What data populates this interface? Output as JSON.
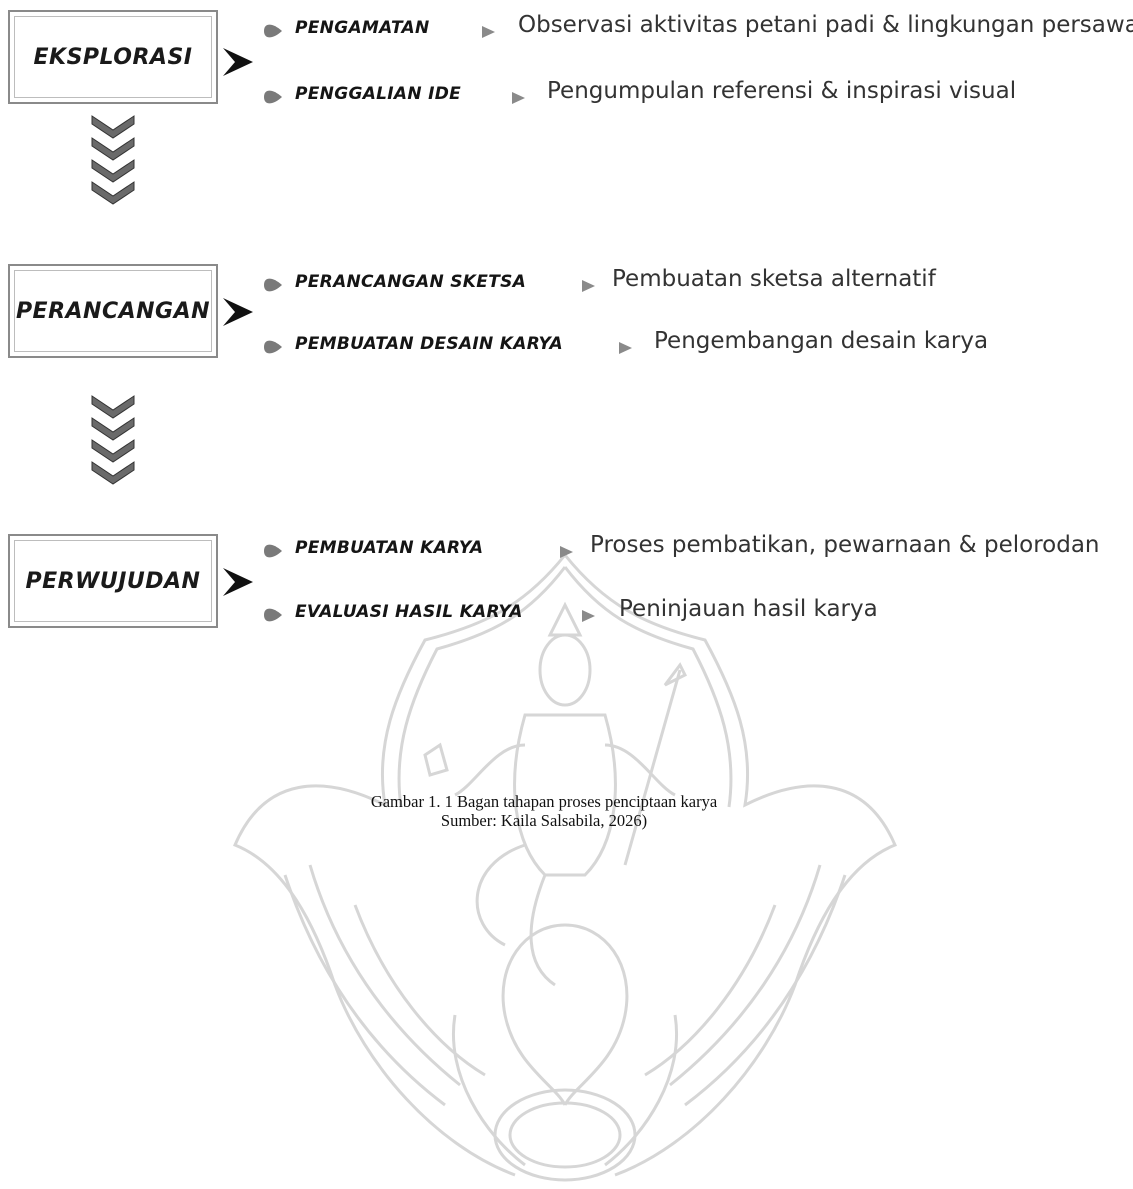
{
  "stages": [
    {
      "title": "EKSPLORASI",
      "steps": [
        {
          "label": "PENGAMATAN",
          "description": "Observasi aktivitas petani padi & lingkungan persawahan"
        },
        {
          "label": "PENGGALIAN IDE",
          "description": "Pengumpulan referensi & inspirasi visual"
        }
      ]
    },
    {
      "title": "PERANCANGAN",
      "steps": [
        {
          "label": "PERANCANGAN SKETSA",
          "description": "Pembuatan sketsa alternatif"
        },
        {
          "label": "PEMBUATAN DESAIN KARYA",
          "description": "Pengembangan desain karya"
        }
      ]
    },
    {
      "title": "PERWUJUDAN",
      "steps": [
        {
          "label": "PEMBUATAN KARYA",
          "description": "Proses pembatikan, pewarnaan & pelorodan"
        },
        {
          "label": "EVALUASI HASIL KARYA",
          "description": "Peninjauan hasil karya"
        }
      ]
    }
  ],
  "caption": {
    "line1": "Gambar 1. 1 Bagan tahapan proses penciptaan karya",
    "line2": "Sumber: Kaila Salsabila, 2026)"
  },
  "colors": {
    "box_border": "#8a8a8a",
    "text": "#1a1a1a",
    "bullet": "#7a7a7a",
    "watermark": "#d9d9d9"
  }
}
